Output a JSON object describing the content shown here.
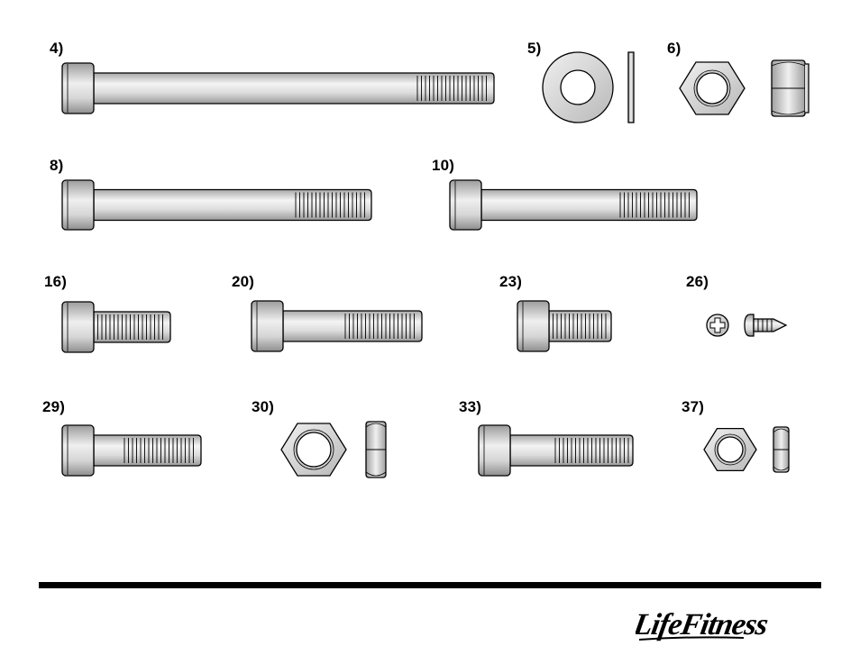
{
  "parts": [
    {
      "id": "4",
      "label": "4)"
    },
    {
      "id": "5",
      "label": "5)"
    },
    {
      "id": "6",
      "label": "6)"
    },
    {
      "id": "8",
      "label": "8)"
    },
    {
      "id": "10",
      "label": "10)"
    },
    {
      "id": "16",
      "label": "16)"
    },
    {
      "id": "20",
      "label": "20)"
    },
    {
      "id": "23",
      "label": "23)"
    },
    {
      "id": "26",
      "label": "26)"
    },
    {
      "id": "29",
      "label": "29)"
    },
    {
      "id": "30",
      "label": "30)"
    },
    {
      "id": "33",
      "label": "33)"
    },
    {
      "id": "37",
      "label": "37)"
    }
  ],
  "brand": {
    "logo_text": "LifeFitness"
  },
  "colors": {
    "ink": "#000000",
    "metal_light": "#f2f2f2",
    "metal_dark": "#9a9a9a"
  }
}
